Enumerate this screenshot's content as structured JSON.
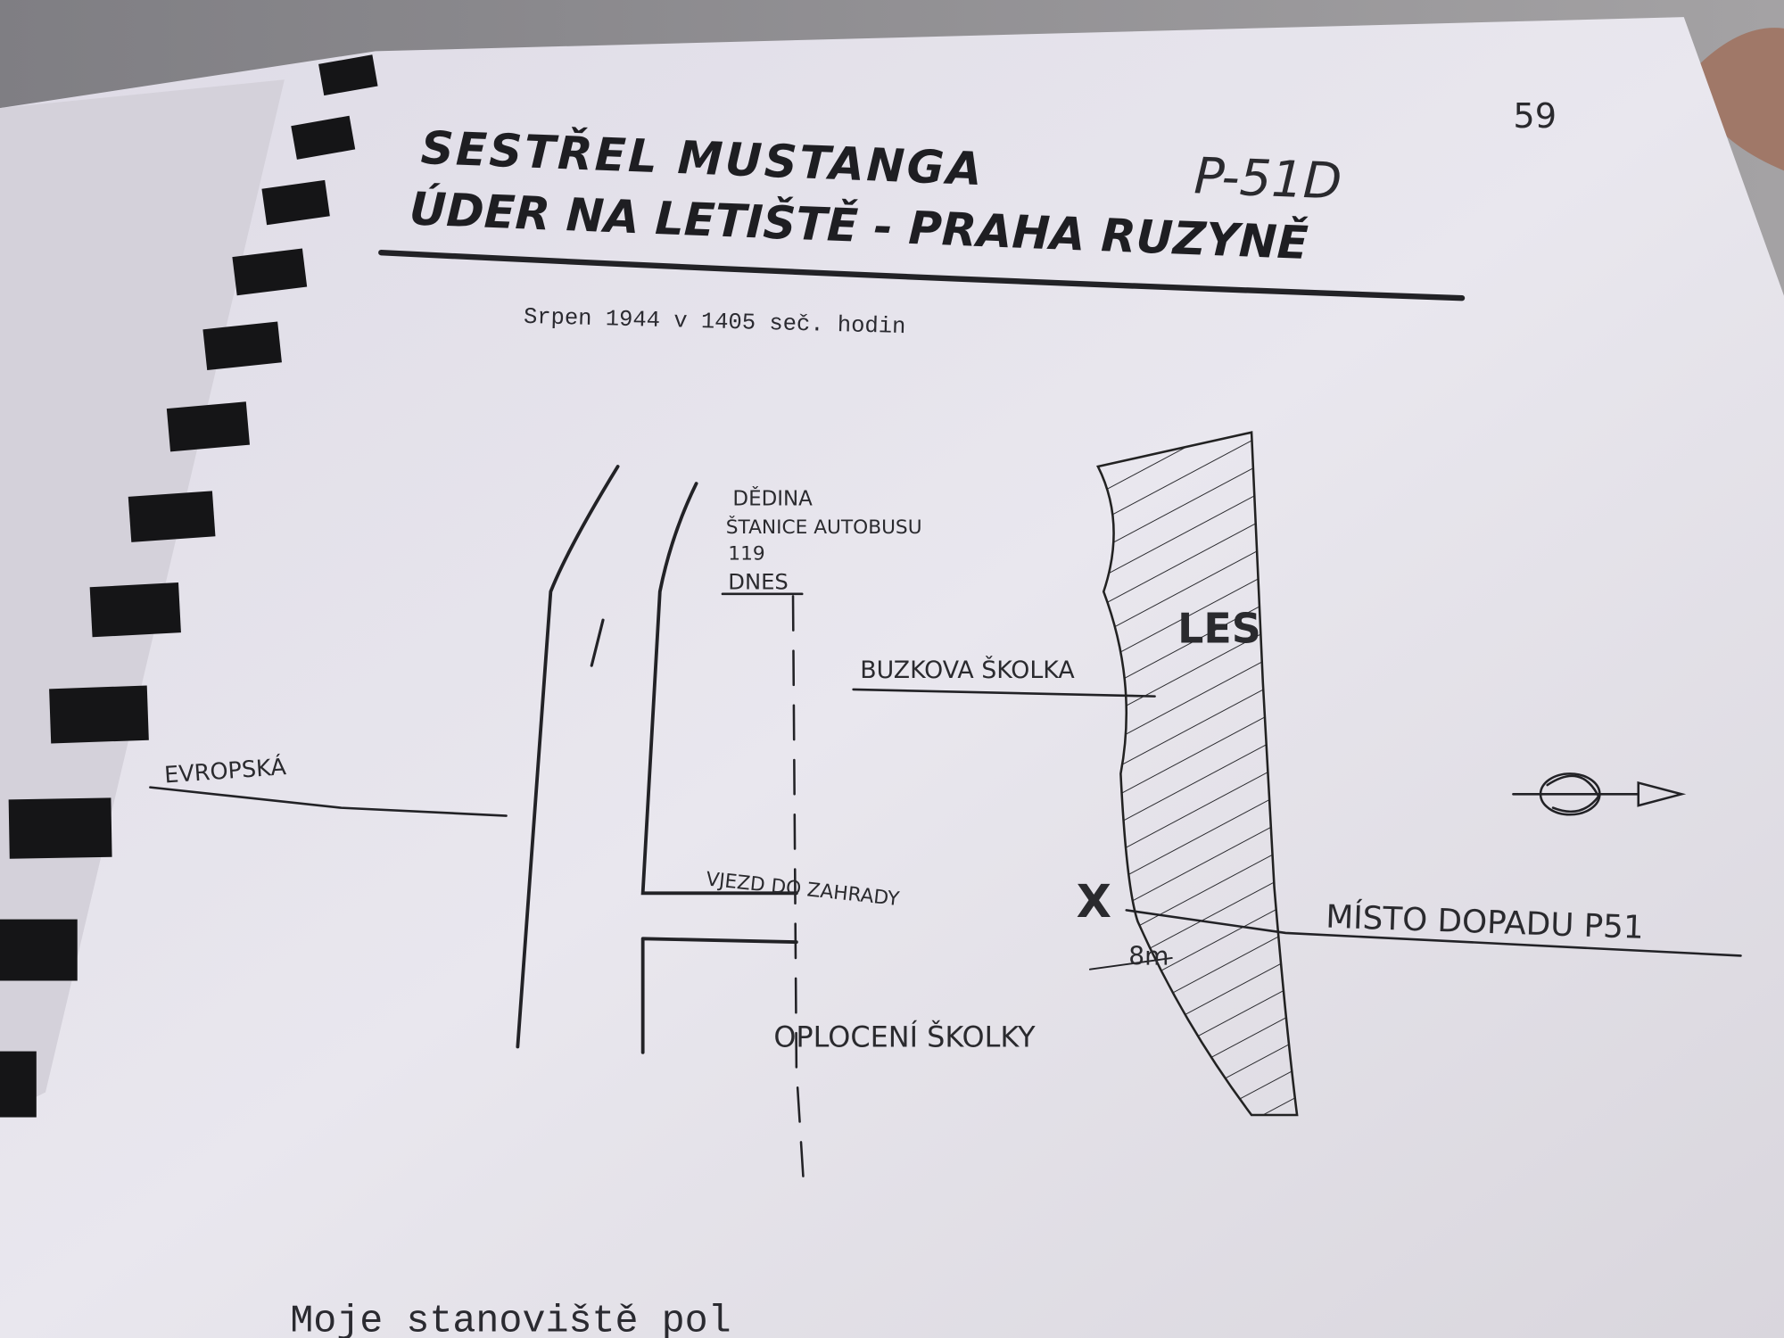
{
  "page_number": "59",
  "title": {
    "line1": "SESTŘEL MUSTANGA",
    "aircraft": "P-51D",
    "line2": "ÚDER NA LETIŠTĚ - PRAHA RUZYNĚ"
  },
  "subtitle": "Srpen 1944  v 1405 seč. hodin",
  "map": {
    "labels": {
      "village": "DĚDINA",
      "bus_stop": "ŠTANICE AUTOBUSU",
      "bus_number": "119",
      "today": "DNES",
      "evropska": "EVROPSKÁ",
      "nursery": "BUZKOVA ŠKOLKA",
      "forest": "LES",
      "entrance": "VJEZD DO ZAHRADY",
      "fence": "OPLOCENÍ ŠKOLKY",
      "crash_site": "MÍSTO DOPADU P51",
      "distance": "8m",
      "crash_marker": "X"
    }
  },
  "body_text_start": "Moje stanoviště pol",
  "colors": {
    "paper": "#e7e5ec",
    "desk": "#8e8c90",
    "ink": "#222226",
    "binding": "#151517"
  }
}
